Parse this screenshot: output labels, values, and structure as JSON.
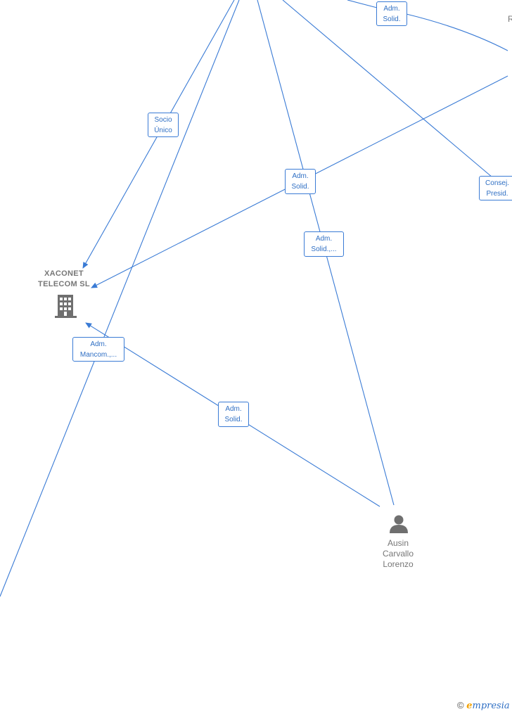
{
  "nodes": {
    "company": {
      "line1": "XACONET",
      "line2": "TELECOM SL",
      "icon": "building-icon"
    },
    "person": {
      "line1": "Ausin",
      "line2": "Carvallo",
      "line3": "Lorenzo",
      "icon": "person-icon"
    },
    "offscreen_right_partial": "R"
  },
  "edge_labels": {
    "adm_solid_top": {
      "l1": "Adm.",
      "l2": "Solid."
    },
    "socio_unico": {
      "l1": "Socio",
      "l2": "Único"
    },
    "adm_solid_center": {
      "l1": "Adm.",
      "l2": "Solid."
    },
    "consej_presid": {
      "l1": "Consej.",
      "l2": "Presid."
    },
    "adm_solid_trunc": {
      "l1": "Adm.",
      "l2": "Solid.,..."
    },
    "adm_mancom": {
      "l1": "Adm.",
      "l2": "Mancom.,..."
    },
    "adm_solid_lower": {
      "l1": "Adm.",
      "l2": "Solid."
    }
  },
  "footer": {
    "copyright": "©",
    "brand_first": "e",
    "brand_rest": "mpresia"
  },
  "colors": {
    "edge": "#3a7bd5",
    "node_text": "#777777",
    "icon": "#6f6f6f",
    "brand_e": "#f2a100"
  }
}
